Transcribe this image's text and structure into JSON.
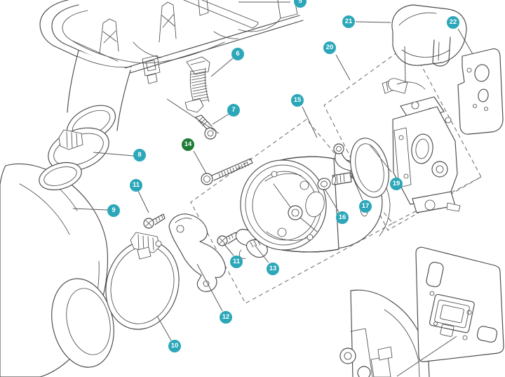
{
  "diagram": {
    "type": "exploded-parts-diagram",
    "background": "#ffffff",
    "colors": {
      "badge": "#2ba7b9",
      "badge_highlight": "#1e7c35",
      "badge_text": "#ffffff",
      "line": "#4a4a4a",
      "dash": "#6f6f6f"
    },
    "callouts": [
      {
        "ref": "5",
        "label": "5",
        "highlighted": false,
        "partial": true
      },
      {
        "ref": "6",
        "label": "6",
        "highlighted": false
      },
      {
        "ref": "7",
        "label": "7",
        "highlighted": false
      },
      {
        "ref": "8",
        "label": "8",
        "highlighted": false
      },
      {
        "ref": "9",
        "label": "9",
        "highlighted": false
      },
      {
        "ref": "10",
        "label": "10",
        "highlighted": false
      },
      {
        "ref": "11",
        "label": "11",
        "highlighted": false
      },
      {
        "ref": "11",
        "label": "11",
        "highlighted": false
      },
      {
        "ref": "12",
        "label": "12",
        "highlighted": false
      },
      {
        "ref": "13",
        "label": "13",
        "highlighted": false
      },
      {
        "ref": "14",
        "label": "14",
        "highlighted": true
      },
      {
        "ref": "15",
        "label": "15",
        "highlighted": false
      },
      {
        "ref": "16",
        "label": "16",
        "highlighted": false
      },
      {
        "ref": "17",
        "label": "17",
        "highlighted": false
      },
      {
        "ref": "19",
        "label": "19",
        "highlighted": false
      },
      {
        "ref": "20",
        "label": "20",
        "highlighted": false
      },
      {
        "ref": "21",
        "label": "21",
        "highlighted": false
      },
      {
        "ref": "22",
        "label": "22",
        "highlighted": false
      }
    ]
  }
}
